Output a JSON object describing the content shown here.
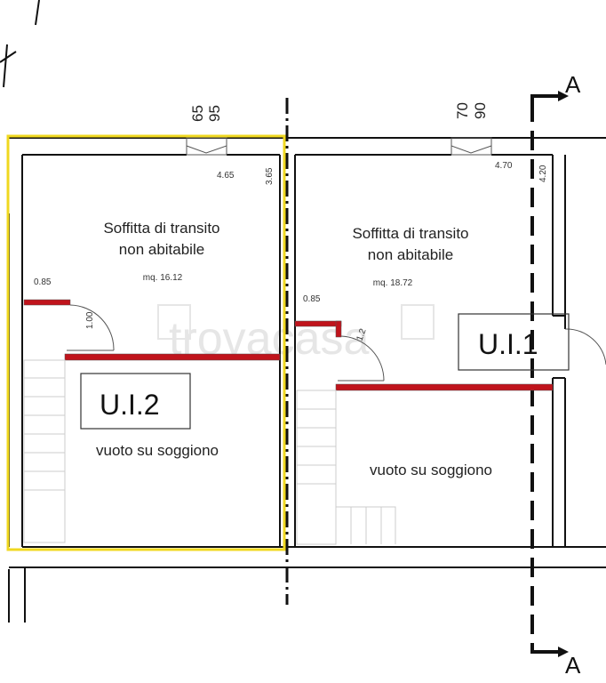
{
  "watermark": "trovacasa",
  "section_marker": "A",
  "colors": {
    "highlight": "#f0d820",
    "wall_red": "#c0141c",
    "line": "#111111"
  },
  "unit2": {
    "label": "U.I.2",
    "room_name_line1": "Soffitta di transito",
    "room_name_line2": "non abitabile",
    "area": "mq. 16.12",
    "void_label": "vuoto su soggiono",
    "window_dims": [
      "65",
      "95"
    ],
    "dim_width": "4.65",
    "dim_height": "3.65",
    "dim_wall": "0.85",
    "door_width": "1.00"
  },
  "unit1": {
    "label": "U.I.1",
    "room_name_line1": "Soffitta di transito",
    "room_name_line2": "non abitabile",
    "area": "mq. 18.72",
    "void_label": "vuoto su soggiono",
    "window_dims": [
      "70",
      "90"
    ],
    "dim_width": "4.70",
    "dim_height": "4.20",
    "dim_wall": "0.85",
    "door_width": "1.2"
  }
}
